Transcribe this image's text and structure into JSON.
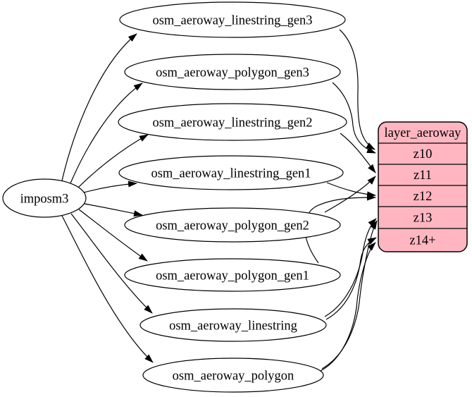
{
  "diagram": {
    "background_color": "#ffffff",
    "edge_color": "#000000",
    "source_node": {
      "label": "imposm3",
      "fill_color": "#ffffff"
    },
    "table_nodes": [
      {
        "label": "osm_aeroway_linestring_gen3"
      },
      {
        "label": "osm_aeroway_polygon_gen3"
      },
      {
        "label": "osm_aeroway_linestring_gen2"
      },
      {
        "label": "osm_aeroway_linestring_gen1"
      },
      {
        "label": "osm_aeroway_polygon_gen2"
      },
      {
        "label": "osm_aeroway_polygon_gen1"
      },
      {
        "label": "osm_aeroway_linestring"
      },
      {
        "label": "osm_aeroway_polygon"
      }
    ],
    "layer_node": {
      "title": "layer_aeroway",
      "rows": [
        {
          "label": "z10"
        },
        {
          "label": "z11"
        },
        {
          "label": "z12"
        },
        {
          "label": "z13"
        },
        {
          "label": "z14+"
        }
      ],
      "fill_color": "#ffb6c1",
      "border_color": "#000000"
    },
    "edges": [
      {
        "from": "imposm3",
        "to": "osm_aeroway_linestring_gen3"
      },
      {
        "from": "imposm3",
        "to": "osm_aeroway_polygon_gen3"
      },
      {
        "from": "imposm3",
        "to": "osm_aeroway_linestring_gen2"
      },
      {
        "from": "imposm3",
        "to": "osm_aeroway_linestring_gen1"
      },
      {
        "from": "imposm3",
        "to": "osm_aeroway_polygon_gen2"
      },
      {
        "from": "imposm3",
        "to": "osm_aeroway_polygon_gen1"
      },
      {
        "from": "imposm3",
        "to": "osm_aeroway_linestring"
      },
      {
        "from": "imposm3",
        "to": "osm_aeroway_polygon"
      },
      {
        "from": "osm_aeroway_linestring_gen3",
        "to": "z10"
      },
      {
        "from": "osm_aeroway_polygon_gen3",
        "to": "z10"
      },
      {
        "from": "osm_aeroway_linestring_gen2",
        "to": "z11"
      },
      {
        "from": "osm_aeroway_polygon_gen2",
        "to": "z11"
      },
      {
        "from": "osm_aeroway_linestring_gen1",
        "to": "z12"
      },
      {
        "from": "osm_aeroway_polygon_gen1",
        "to": "z12"
      },
      {
        "from": "osm_aeroway_linestring",
        "to": "z13"
      },
      {
        "from": "osm_aeroway_linestring",
        "to": "z14+"
      },
      {
        "from": "osm_aeroway_polygon",
        "to": "z13"
      },
      {
        "from": "osm_aeroway_polygon",
        "to": "z14+"
      }
    ]
  }
}
